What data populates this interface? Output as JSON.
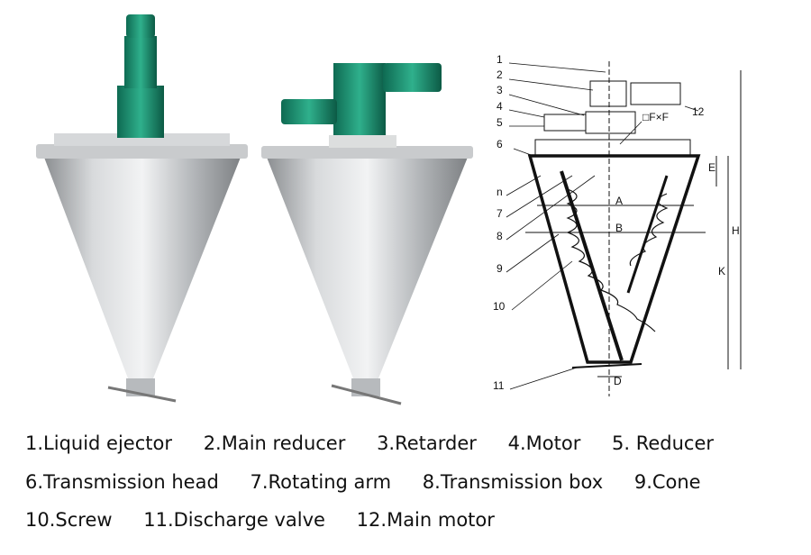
{
  "photos": [
    {
      "name": "mixer-photo-vertical-motor"
    },
    {
      "name": "mixer-photo-side-motor"
    }
  ],
  "diagram": {
    "callouts": [
      "1",
      "2",
      "3",
      "4",
      "5",
      "6",
      "n",
      "7",
      "8",
      "9",
      "10",
      "11",
      "12"
    ],
    "dimensions": {
      "a": "A",
      "b": "B",
      "d": "D",
      "e": "E",
      "h": "H",
      "k": "K",
      "flange": "□F×F"
    }
  },
  "legend": [
    [
      "1.Liquid ejector",
      "2.Main reducer",
      "3.Retarder",
      "4.Motor",
      "5. Reducer"
    ],
    [
      "6.Transmission head",
      "7.Rotating arm",
      "8.Transmission box",
      "9.Cone"
    ],
    [
      "10.Screw",
      "11.Discharge valve",
      "12.Main motor"
    ]
  ]
}
